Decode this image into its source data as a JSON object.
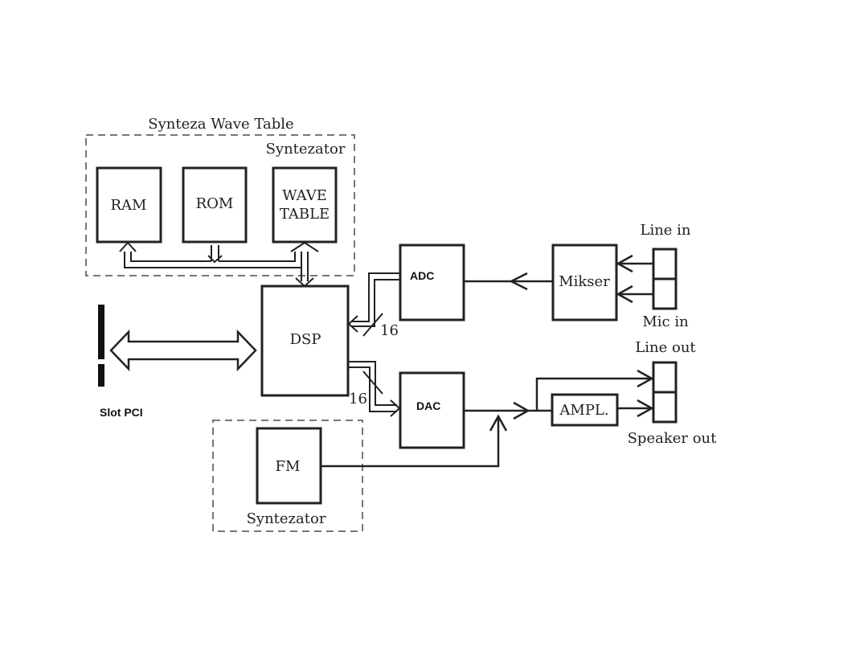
{
  "groups": {
    "wavetable_title": "Synteza Wave Table",
    "wavetable_sub": "Syntezator",
    "fm_sub": "Syntezator"
  },
  "blocks": {
    "ram": "RAM",
    "rom": "ROM",
    "wavetable_line1": "WAVE",
    "wavetable_line2": "TABLE",
    "dsp": "DSP",
    "adc": "ADC",
    "dac": "DAC",
    "mikser": "Mikser",
    "ampl": "AMPL.",
    "fm": "FM"
  },
  "labels": {
    "slot_pci": "Slot PCI",
    "bus_width_adc": "16",
    "bus_width_dac": "16",
    "line_in": "Line in",
    "mic_in": "Mic in",
    "line_out": "Line out",
    "speaker_out": "Speaker out"
  }
}
